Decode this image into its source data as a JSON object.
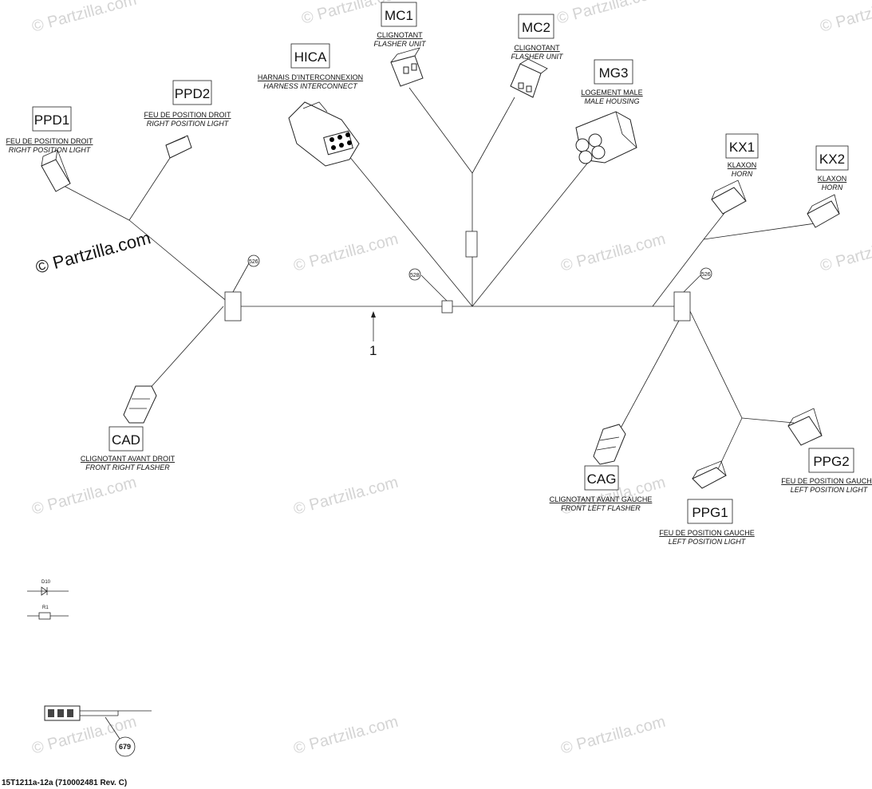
{
  "watermarks": [
    "© Partzilla.com",
    "© Partzilla.com",
    "© Partzilla.com",
    "© Partzilla.com",
    "© Partzilla.com",
    "© Partzilla.com",
    "© Partzilla.com",
    "© Partzilla.com",
    "© Partzilla.com",
    "© Partzilla.com",
    "© Partzilla.com",
    "© Partzilla.com",
    "© Partzilla.com"
  ],
  "main_watermark": "© Partzilla.com",
  "part_number": "1",
  "callouts": {
    "left": "526",
    "center": "528",
    "right": "526",
    "bottom": "679"
  },
  "schematic_symbols": {
    "diode": "D10",
    "resistor": "R1"
  },
  "connectors": {
    "ppd1": {
      "code": "PPD1",
      "fr": "FEU DE POSITION DROIT",
      "en": "RIGHT POSITION LIGHT"
    },
    "ppd2": {
      "code": "PPD2",
      "fr": "FEU DE POSITION DROIT",
      "en": "RIGHT POSITION LIGHT"
    },
    "hica": {
      "code": "HICA",
      "fr": "HARNAIS D'INTERCONNEXION",
      "en": "HARNESS INTERCONNECT"
    },
    "mc1": {
      "code": "MC1",
      "fr": "CLIGNOTANT",
      "en": "FLASHER UNIT"
    },
    "mc2": {
      "code": "MC2",
      "fr": "CLIGNOTANT",
      "en": "FLASHER UNIT"
    },
    "mg3": {
      "code": "MG3",
      "fr": "LOGEMENT MALE",
      "en": "MALE HOUSING"
    },
    "kx1": {
      "code": "KX1",
      "fr": "KLAXON",
      "en": "HORN"
    },
    "kx2": {
      "code": "KX2",
      "fr": "KLAXON",
      "en": "HORN"
    },
    "cad": {
      "code": "CAD",
      "fr": "CLIGNOTANT AVANT DROIT",
      "en": "FRONT RIGHT FLASHER"
    },
    "cag": {
      "code": "CAG",
      "fr": "CLIGNOTANT AVANT GAUCHE",
      "en": "FRONT LEFT FLASHER"
    },
    "ppg1": {
      "code": "PPG1",
      "fr": "FEU DE POSITION GAUCHE",
      "en": "LEFT POSITION LIGHT"
    },
    "ppg2": {
      "code": "PPG2",
      "fr": "FEU DE POSITION GAUCHE",
      "en": "LEFT POSITION LIGHT"
    }
  },
  "footer": "15T1211a-12a (710002481 Rev. C)"
}
